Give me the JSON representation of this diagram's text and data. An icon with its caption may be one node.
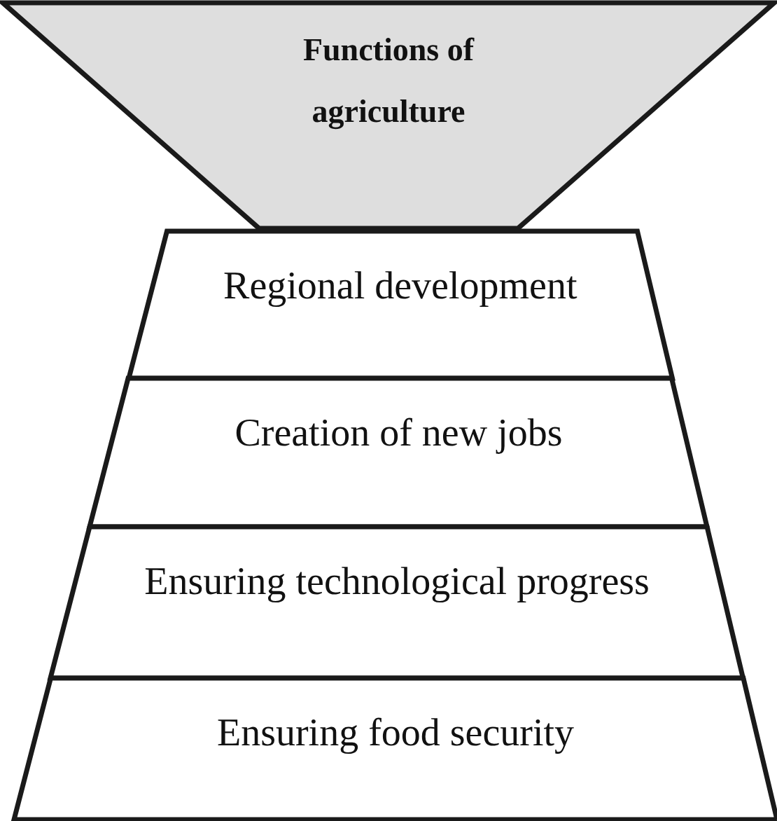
{
  "diagram": {
    "nodes": [
      {
        "text": [
          "Functions of agriculture"
        ]
      },
      {
        "text": [
          "Regional development"
        ]
      },
      {
        "text": [
          "Creation of new jobs"
        ]
      },
      {
        "text": [
          "Ensuring technological progress"
        ]
      },
      {
        "text": [
          "Ensuring food security"
        ]
      }
    ]
  }
}
